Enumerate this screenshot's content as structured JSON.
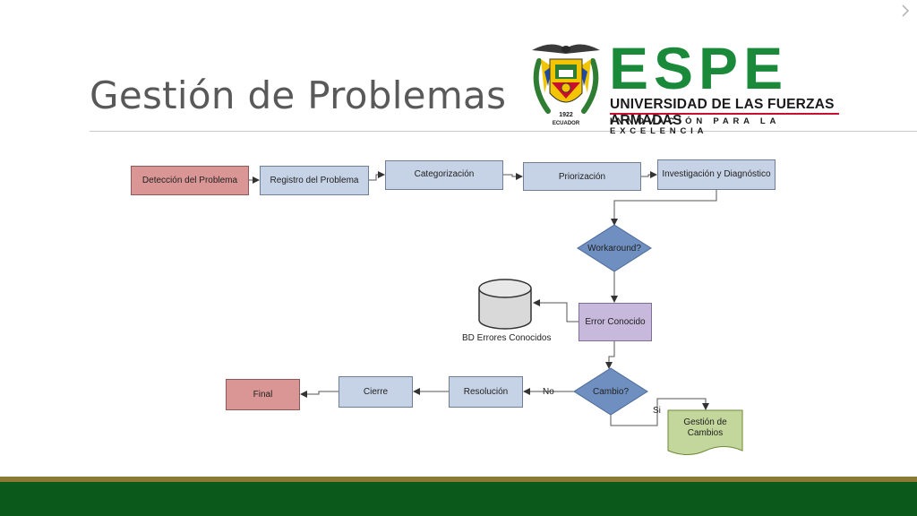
{
  "slide": {
    "title": "Gestión de Problemas"
  },
  "logo": {
    "word": "ESPE",
    "subtitle": "UNIVERSIDAD DE LAS FUERZAS ARMADAS",
    "tagline": "INNOVACIÓN PARA LA EXCELENCIA",
    "crest_year": "1922",
    "crest_country": "ECUADOR"
  },
  "flowchart": {
    "nodes": {
      "deteccion": "Detección del Problema",
      "registro": "Registro del Problema",
      "categorizacion": "Categorización",
      "priorizacion": "Priorización",
      "investigacion": "Investigación y Diagnóstico",
      "workaround": "Workaround?",
      "error_conocido": "Error Conocido",
      "bd_errores": "BD Errores Conocidos",
      "cambio": "Cambio?",
      "gestion_cambios": "Gestión de Cambios",
      "resolucion": "Resolución",
      "cierre": "Cierre",
      "final": "Final"
    },
    "edge_labels": {
      "no": "No",
      "si": "Si"
    }
  },
  "colors": {
    "terminal": "#d99694",
    "process": "#c6d3e6",
    "decision": "#6f8fc0",
    "known_error": "#c7b9dc",
    "document": "#c3d69b",
    "footer_green": "#0b5a1c",
    "brand_green": "#1a8a3a"
  }
}
